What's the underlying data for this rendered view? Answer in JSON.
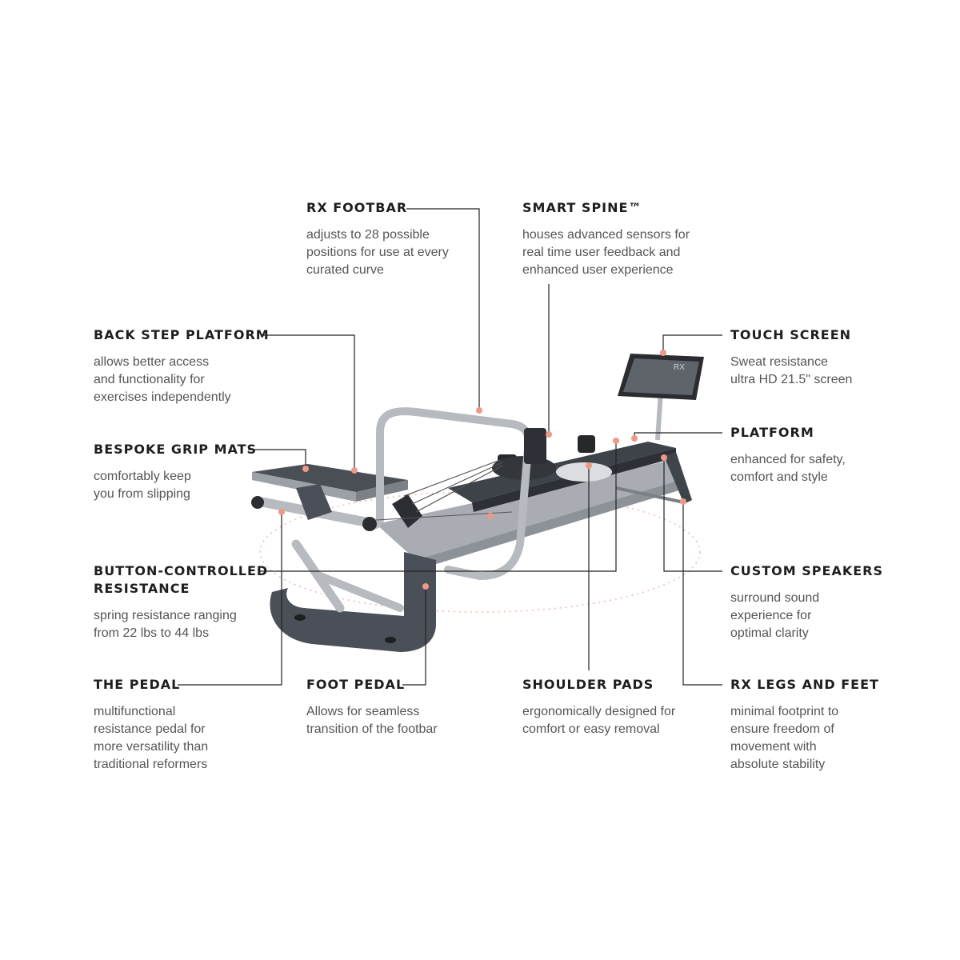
{
  "colors": {
    "callout_dot": "#ec9a86",
    "leader_line": "#222222",
    "heading": "#1e1e1e",
    "body_text": "#555555",
    "frame_dark": "#4b4f57",
    "rail_silver": "#b7babf",
    "floor_ring": "#e8a898"
  },
  "callouts": {
    "rx_footbar": {
      "title": "RX FOOTBAR",
      "text": "adjusts to 28 possible\npositions for use at every\ncurated curve"
    },
    "smart_spine": {
      "title": "SMART SPINE™",
      "text": "houses advanced sensors for\nreal time user feedback and\nenhanced user experience"
    },
    "back_step_platform": {
      "title": "BACK STEP PLATFORM",
      "text": "allows better access\nand functionality for\nexercises independently"
    },
    "touch_screen": {
      "title": "TOUCH SCREEN",
      "text": "Sweat resistance\nultra HD 21.5\" screen"
    },
    "bespoke_grip_mats": {
      "title": "BESPOKE GRIP MATS",
      "text": "comfortably keep\nyou from slipping"
    },
    "platform": {
      "title": "PLATFORM",
      "text": "enhanced for safety,\ncomfort and style"
    },
    "button_controlled_resistance": {
      "title": "BUTTON-CONTROLLED\nRESISTANCE",
      "text": "spring resistance ranging\nfrom 22 lbs to 44 lbs"
    },
    "custom_speakers": {
      "title": "CUSTOM SPEAKERS",
      "text": "surround sound\nexperience for\noptimal clarity"
    },
    "the_pedal": {
      "title": "THE PEDAL",
      "text": "multifunctional\nresistance pedal for\nmore versatility than\ntraditional reformers"
    },
    "foot_pedal": {
      "title": "FOOT PEDAL",
      "text": "Allows for seamless\ntransition of the footbar"
    },
    "shoulder_pads": {
      "title": "SHOULDER PADS",
      "text": "ergonomically designed for\ncomfort or easy removal"
    },
    "rx_legs_and_feet": {
      "title": "RX LEGS AND FEET",
      "text": "minimal footprint to\nensure freedom of\nmovement with\nabsolute stability"
    }
  },
  "product_image": {
    "screen_text": "RX"
  }
}
